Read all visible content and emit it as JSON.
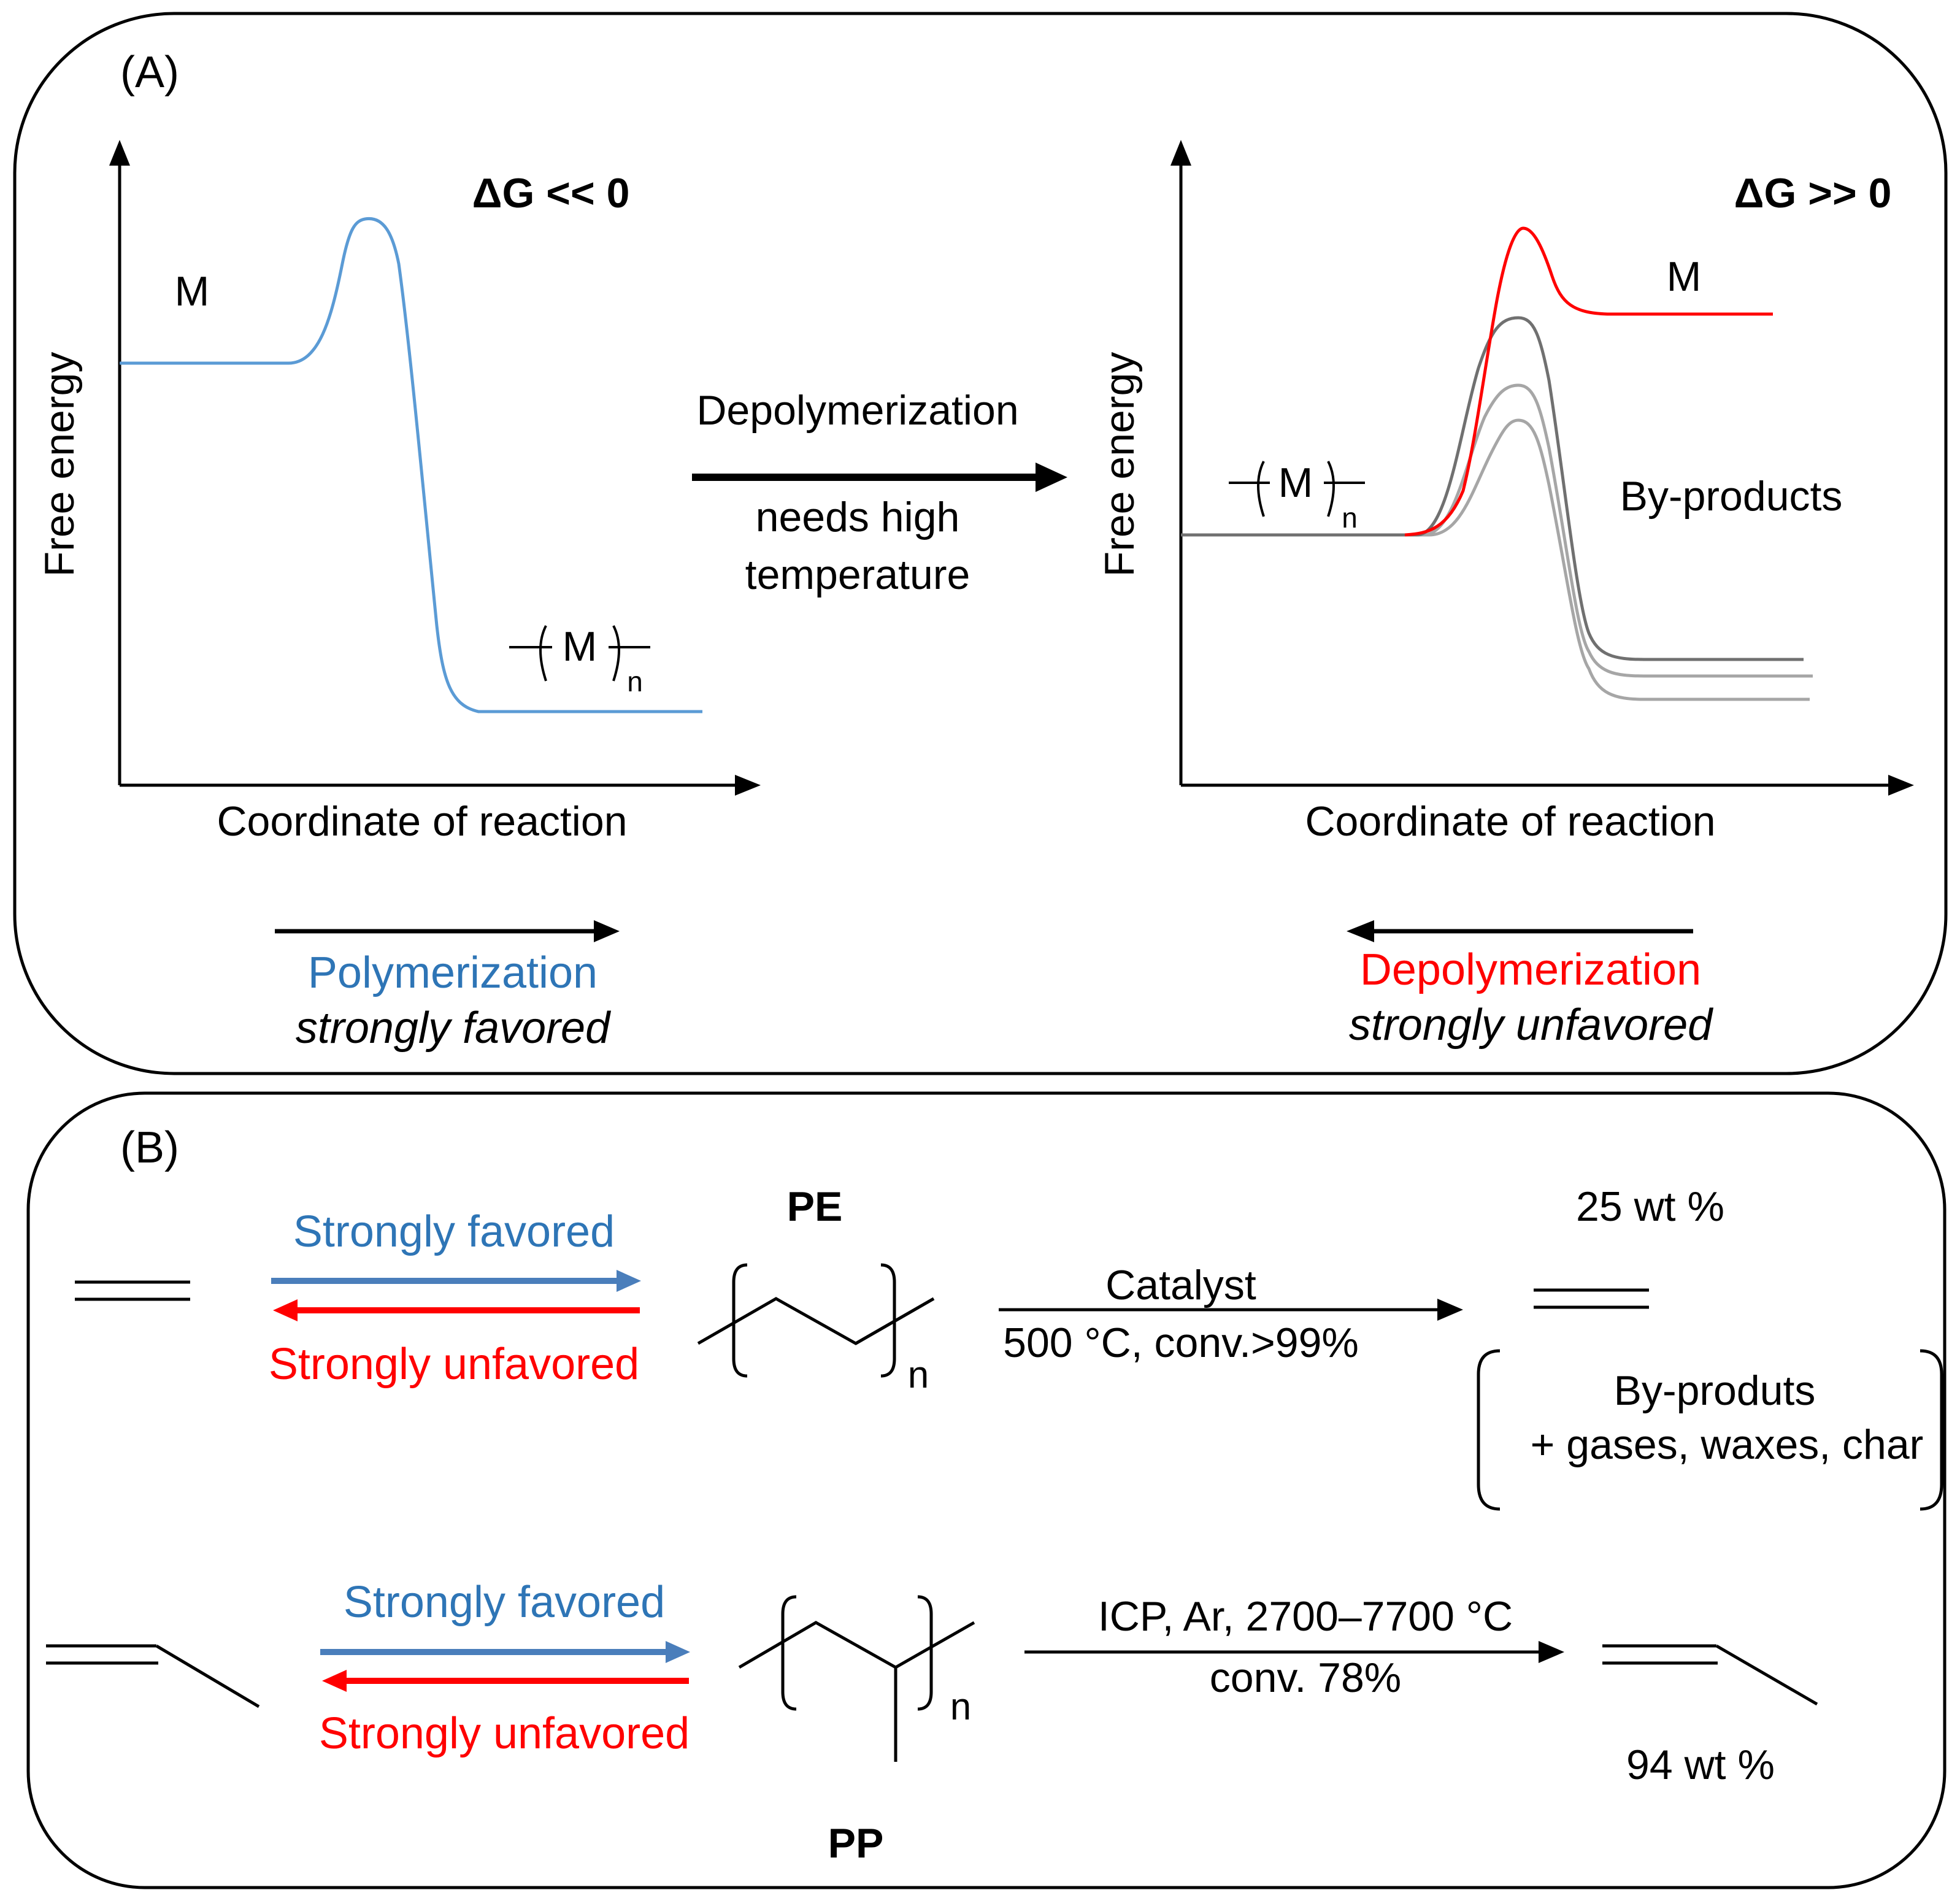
{
  "panel_a": {
    "label": "(A)",
    "left_plot": {
      "y_axis_label": "Free energy",
      "x_axis_label": "Coordinate of reaction",
      "delta_g": "ΔG << 0",
      "monomer_label": "M",
      "polymer_label": "M",
      "polymer_subscript": "n"
    },
    "middle": {
      "process": "Depolymerization",
      "condition_line1": "needs high",
      "condition_line2": "temperature"
    },
    "right_plot": {
      "y_axis_label": "Free energy",
      "x_axis_label": "Coordinate of reaction",
      "delta_g": "ΔG >> 0",
      "monomer_label": "M",
      "polymer_label": "M",
      "polymer_subscript": "n",
      "byproducts_label": "By-products"
    },
    "left_caption": {
      "title": "Polymerization",
      "subtitle": "strongly favored"
    },
    "right_caption": {
      "title": "Depolymerization",
      "subtitle": "strongly unfavored"
    }
  },
  "panel_b": {
    "label": "(B)",
    "pe_row": {
      "forward_label": "Strongly favored",
      "reverse_label": "Strongly unfavored",
      "polymer_name": "PE",
      "repeat_subscript": "n",
      "condition_top": "Catalyst",
      "condition_bottom": "500 °C, conv.>99%",
      "yield": "25 wt %",
      "byproducts_line1": "By-produts",
      "byproducts_line2": "+ gases, waxes, char"
    },
    "pp_row": {
      "forward_label": "Strongly favored",
      "reverse_label": "Strongly unfavored",
      "polymer_name": "PP",
      "repeat_subscript": "n",
      "condition_top": "ICP, Ar, 2700–7700 °C",
      "condition_bottom": "conv. 78%",
      "yield": "94 wt %"
    }
  },
  "colors": {
    "polymerization_blue": "#2e75b6",
    "forward_arrow_blue": "#4a7ebb",
    "depolymerization_red": "#ff0000",
    "curve_blue": "#5b9bd5",
    "byproduct_dark_gray": "#707070",
    "byproduct_light_gray": "#a6a6a6"
  }
}
